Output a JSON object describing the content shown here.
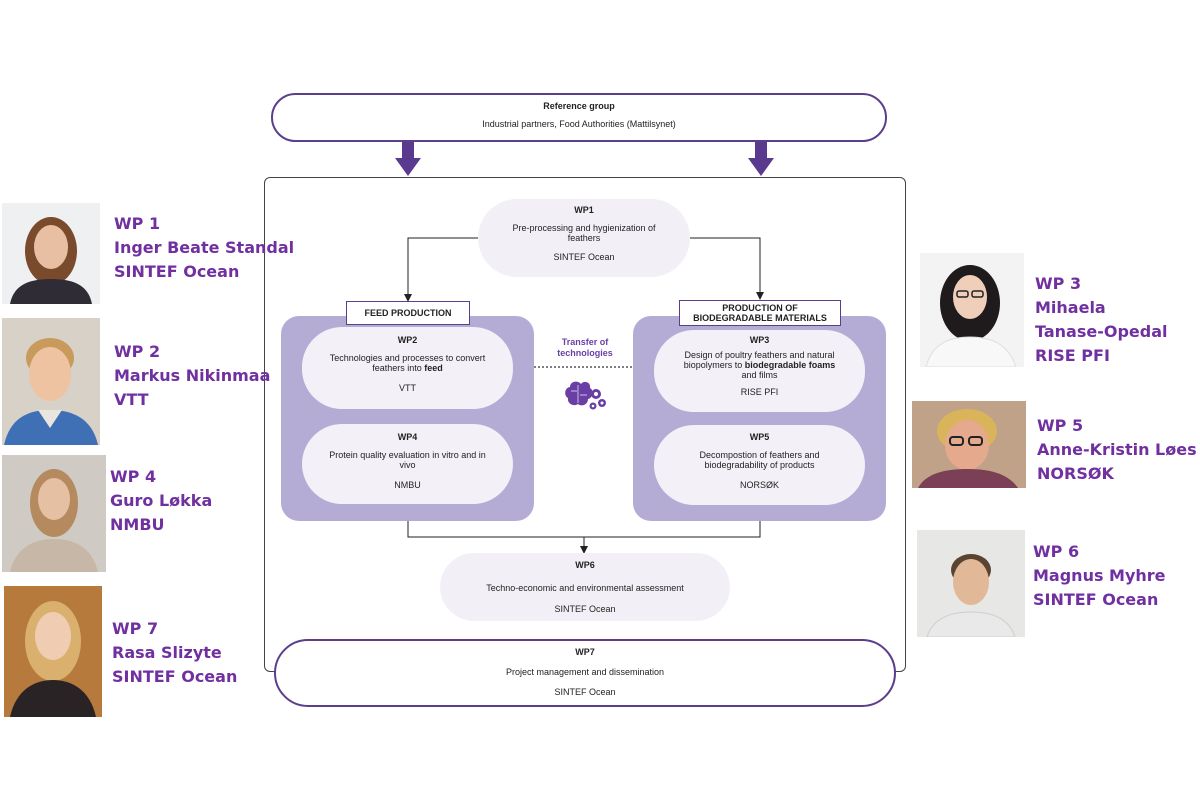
{
  "colors": {
    "accent": "#7030a0",
    "group_fill": "#b5acd5",
    "pill_fill": "#f2f0f6",
    "outline": "#5b3f8c"
  },
  "reference": {
    "title": "Reference group",
    "text": "Industrial partners, Food Authorities (Mattilsynet)"
  },
  "sections": {
    "feed": "FEED PRODUCTION",
    "bio_line1": "PRODUCTION OF",
    "bio_line2": "BIODEGRADABLE MATERIALS"
  },
  "transfer": {
    "line1": "Transfer of",
    "line2": "technologies",
    "icon": "brain-gears-icon"
  },
  "wps": {
    "wp1": {
      "id": "WP1",
      "line1": "Pre-processing and hygienization of",
      "line2": "feathers",
      "org": "SINTEF Ocean"
    },
    "wp2": {
      "id": "WP2",
      "line1": "Technologies and processes to convert",
      "line2_pre": "feathers into ",
      "line2_bold": "feed",
      "org": "VTT"
    },
    "wp3": {
      "id": "WP3",
      "line1": "Design of poultry feathers and natural",
      "line2_pre": "biopolymers to ",
      "line2_bold": "biodegradable foams",
      "line3": "and films",
      "org": "RISE PFI"
    },
    "wp4": {
      "id": "WP4",
      "line1": "Protein quality evaluation in vitro and in",
      "line2": "vivo",
      "org": "NMBU"
    },
    "wp5": {
      "id": "WP5",
      "line1": "Decompostion of feathers and",
      "line2": "biodegradability of products",
      "org": "NORSØK"
    },
    "wp6": {
      "id": "WP6",
      "line1": "Techno-economic and environmental assessment",
      "org": "SINTEF Ocean"
    },
    "wp7": {
      "id": "WP7",
      "line1": "Project management and dissemination",
      "org": "SINTEF Ocean"
    }
  },
  "people": {
    "p1": {
      "wp": "WP 1",
      "name": "Inger Beate Standal",
      "org": "SINTEF Ocean"
    },
    "p2": {
      "wp": "WP 2",
      "name": "Markus Nikinmaa",
      "org": "VTT"
    },
    "p4": {
      "wp": "WP 4",
      "name": "Guro Løkka",
      "org": "NMBU"
    },
    "p7": {
      "wp": "WP 7",
      "name": "Rasa Slizyte",
      "org": "SINTEF Ocean"
    },
    "p3": {
      "wp": "WP 3",
      "name1": "Mihaela",
      "name2": "Tanase-Opedal",
      "org": "RISE PFI"
    },
    "p5": {
      "wp": "WP 5",
      "name": "Anne-Kristin Løes",
      "org": "NORSØK"
    },
    "p6": {
      "wp": "WP 6",
      "name": "Magnus Myhre",
      "org": "SINTEF Ocean"
    }
  }
}
